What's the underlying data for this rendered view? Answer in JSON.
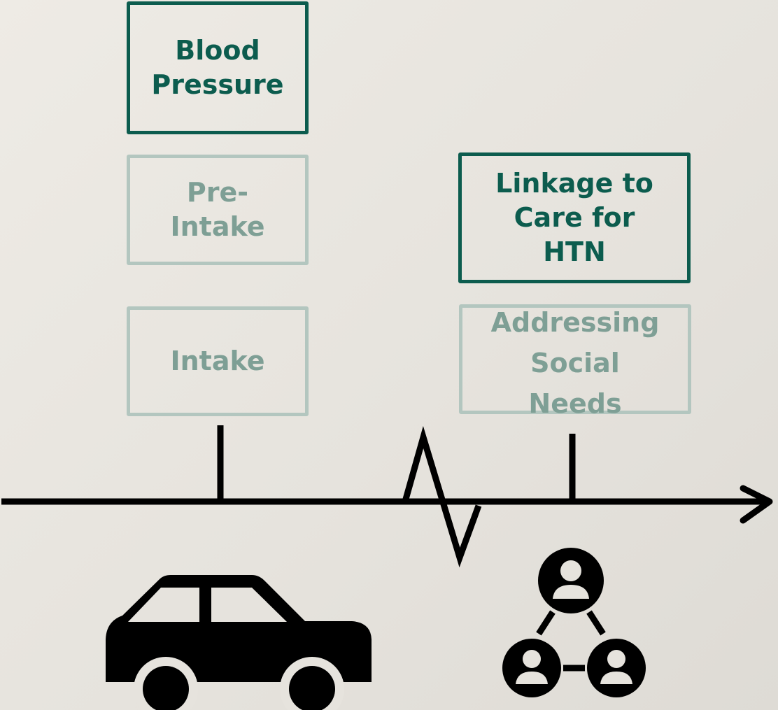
{
  "boxes": {
    "blood_pressure": "Blood\nPressure",
    "pre_intake": "Pre-\nIntake",
    "intake": "Intake",
    "linkage": "Linkage to\nCare for\nHTN",
    "social_needs": "Addressing\nSocial\nNeeds"
  },
  "colors": {
    "active_box": "#0c5c4e",
    "faded_box_border": "#b3c6bf",
    "faded_box_text": "#7e9f95",
    "timeline": "#000000",
    "background": "#e8e5df"
  },
  "icons": {
    "left": "car-icon",
    "right": "people-network-icon",
    "timeline_break": "zigzag-break-icon",
    "timeline_end": "arrow-head-icon"
  }
}
